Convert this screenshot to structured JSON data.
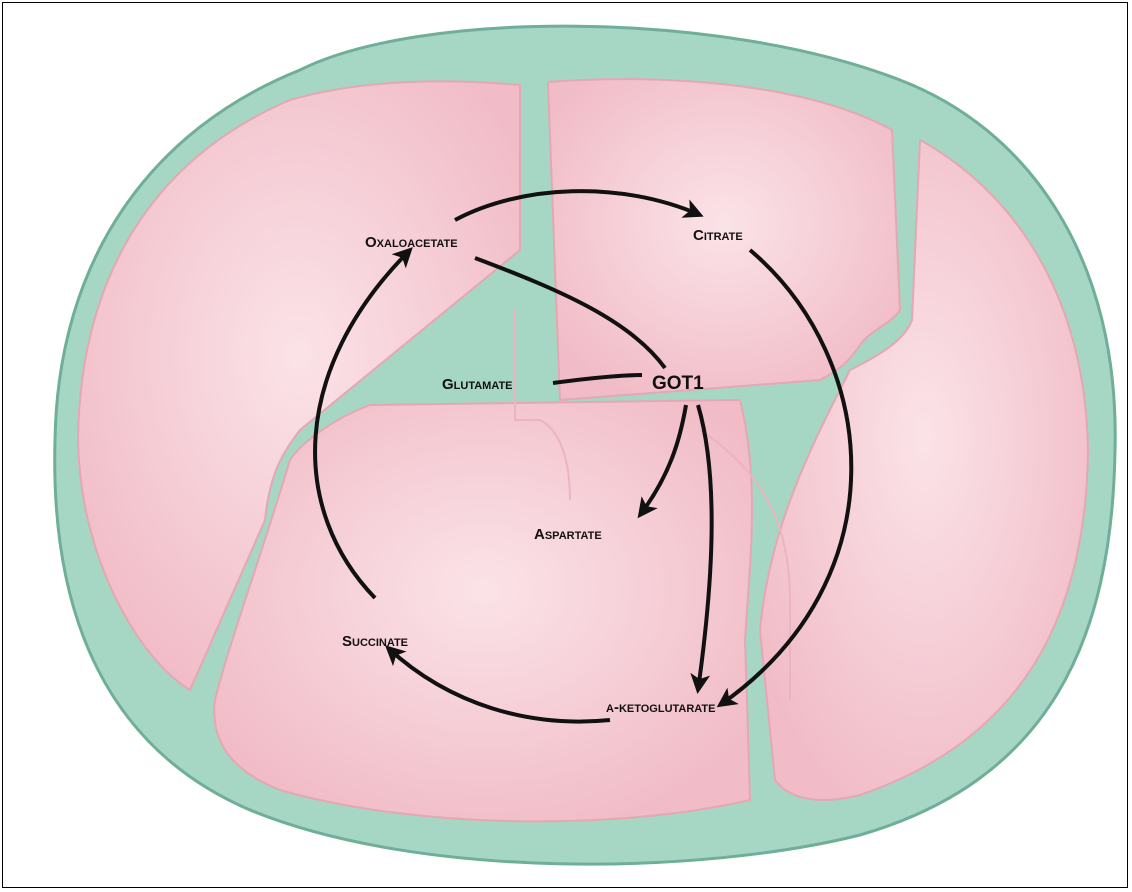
{
  "colors": {
    "membrane": "#a6d6c4",
    "membrane_edge": "#6fae97",
    "matrix": "#f3c6ce",
    "matrix_light": "#f8dde3",
    "arrow": "#111111"
  },
  "nodes": {
    "oxaloacetate": "Oxaloacetate",
    "citrate": "Citrate",
    "glutamate": "Glutamate",
    "got1": "GOT1",
    "aspartate": "Aspartate",
    "succinate": "Succinate",
    "aketoglutarate": "a-ketoglutarate"
  },
  "edges": [
    {
      "from": "oxaloacetate",
      "to": "citrate"
    },
    {
      "from": "citrate",
      "to": "aketoglutarate"
    },
    {
      "from": "aketoglutarate",
      "to": "succinate"
    },
    {
      "from": "succinate",
      "to": "oxaloacetate"
    },
    {
      "from": "oxaloacetate",
      "to": "got1"
    },
    {
      "from": "glutamate",
      "to": "got1"
    },
    {
      "from": "got1",
      "to": "aspartate"
    },
    {
      "from": "got1",
      "to": "aketoglutarate"
    }
  ]
}
